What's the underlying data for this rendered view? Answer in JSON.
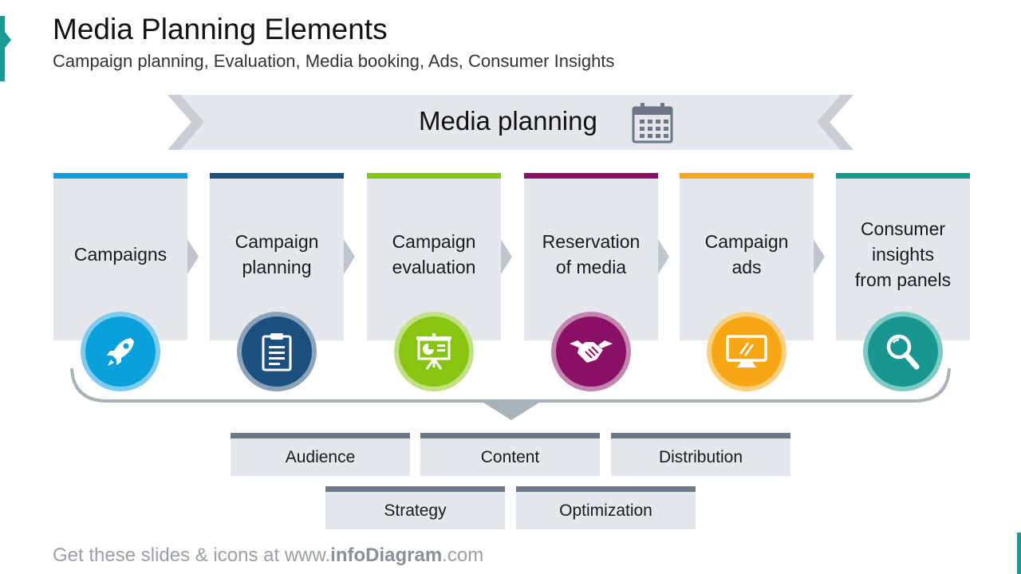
{
  "title": "Media Planning Elements",
  "subtitle": "Campaign planning, Evaluation, Media booking, Ads, Consumer Insights",
  "banner": {
    "label": "Media planning",
    "icon": "calendar-icon"
  },
  "steps": [
    {
      "label": "Campaigns",
      "icon": "rocket-icon",
      "color": "#0aa0db",
      "ring": "#7fcbee",
      "bar": "#0aa0db"
    },
    {
      "label": "Campaign\nplanning",
      "icon": "clipboard-icon",
      "color": "#1c4f7e",
      "ring": "#8ba3ba",
      "bar": "#1c4f7e"
    },
    {
      "label": "Campaign\nevaluation",
      "icon": "presentation-icon",
      "color": "#88c412",
      "ring": "#c2e084",
      "bar": "#88c412"
    },
    {
      "label": "Reservation\nof media",
      "icon": "handshake-icon",
      "color": "#8a1066",
      "ring": "#c384af",
      "bar": "#8a1066"
    },
    {
      "label": "Campaign\nads",
      "icon": "monitor-icon",
      "color": "#f7a614",
      "ring": "#fbd081",
      "bar": "#f7a614"
    },
    {
      "label": "Consumer\ninsights\nfrom panels",
      "icon": "magnifier-icon",
      "color": "#17978f",
      "ring": "#7ecbc6",
      "bar": "#17978f"
    }
  ],
  "outputs_row1": [
    "Audience",
    "Content",
    "Distribution"
  ],
  "outputs_row2": [
    "Strategy",
    "Optimization"
  ],
  "footer": {
    "prefix": "Get these slides & icons at www.",
    "brand": "infoDiagram",
    "suffix": ".com"
  }
}
